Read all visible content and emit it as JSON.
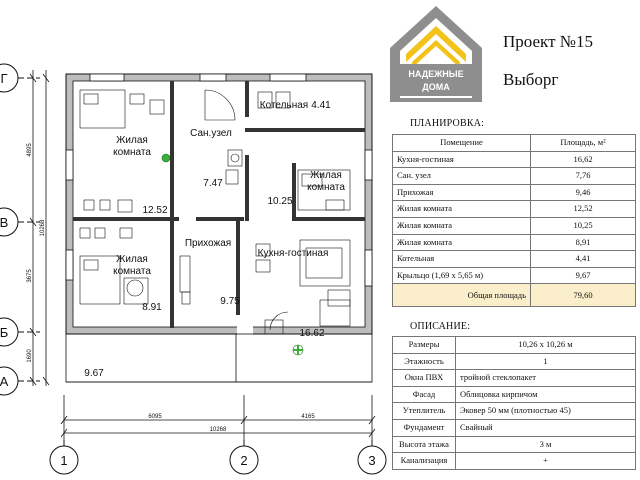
{
  "header": {
    "project": "Проект №15",
    "city": "Выборг",
    "logo_text": [
      "НАДЕЖНЫЕ",
      "ДОМА"
    ]
  },
  "layout_section": {
    "title": "ПЛАНИРОВКА:",
    "headers": [
      "Помещение",
      "Площадь, м²"
    ],
    "rows": [
      {
        "name": "Кухня-гостиная",
        "area": "16,62"
      },
      {
        "name": "Сан. узел",
        "area": "7,76"
      },
      {
        "name": "Прихожая",
        "area": "9,46"
      },
      {
        "name": "Жилая комната",
        "area": "12,52"
      },
      {
        "name": "Жилая комната",
        "area": "10,25"
      },
      {
        "name": "Жилая комната",
        "area": "8,91"
      },
      {
        "name": "Котельная",
        "area": "4,41"
      },
      {
        "name": "Крыльцо (1,69 х 5,65 м)",
        "area": "9,67"
      }
    ],
    "total": {
      "name": "Общая площадь",
      "area": "79,60"
    }
  },
  "description_section": {
    "title": "ОПИСАНИЕ:",
    "rows": [
      {
        "key": "Размеры",
        "value": "10,26 х 10,26 м",
        "centered": true
      },
      {
        "key": "Этажность",
        "value": "1",
        "centered": true
      },
      {
        "key": "Окна ПВХ",
        "value": "тройной стеклопакет",
        "centered": false
      },
      {
        "key": "Фасад",
        "value": "Облицовка кирпичом",
        "centered": false
      },
      {
        "key": "Утеплитель",
        "value": "Эковер 50 мм (плотностью 45)",
        "centered": false
      },
      {
        "key": "Фундамент",
        "value": "Свайный",
        "centered": false
      },
      {
        "key": "Высота этажа",
        "value": "3 м",
        "centered": true
      },
      {
        "key": "Канализация",
        "value": "+",
        "centered": true
      }
    ]
  },
  "plan": {
    "rooms": {
      "bedroom1": [
        "Жилая",
        "комната"
      ],
      "bathroom": "Сан.узел",
      "boiler": "Котельная",
      "bedroom2": [
        "Жилая",
        "комната"
      ],
      "bedroom3": [
        "Жилая",
        "комната"
      ],
      "hall": "Прихожая",
      "kitchen": "Кухня-гостиная"
    },
    "areas": {
      "bedroom1": "12.52",
      "bathroom": "7.47",
      "boiler": "4.41",
      "bedroom2": "10.25",
      "bedroom3": "8.91",
      "hall": "9.75",
      "kitchen": "16.62",
      "porch": "9.67"
    },
    "row_axes": [
      "Г",
      "В",
      "Б",
      "А"
    ],
    "col_axes": [
      "1",
      "2",
      "3"
    ],
    "vertical_dims": [
      "4895",
      "3675",
      "1690"
    ],
    "vertical_total": "10268",
    "horizontal_dims": [
      "6095",
      "4165"
    ],
    "horizontal_total": "10268"
  }
}
